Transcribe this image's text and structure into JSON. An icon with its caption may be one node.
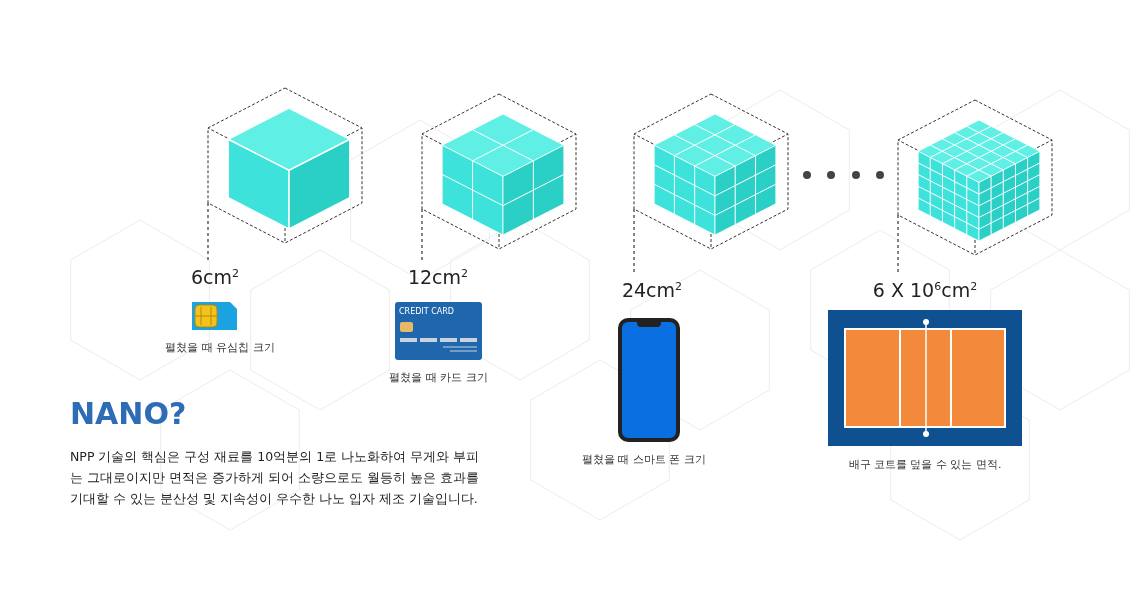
{
  "diagram": {
    "title": "NANO?",
    "nodes": [
      {
        "text": [],
        "shape": "picture"
      },
      {
        "text": [],
        "shape": "picture"
      },
      {
        "text": [],
        "shape": "picture"
      },
      {
        "text": [],
        "shape": "picture"
      },
      {
        "text": [
          "6cm$^{2}$"
        ]
      },
      {
        "text": [
          "12cm$^{2}$"
        ]
      },
      {
        "text": [
          "24cm$^{2}$"
        ]
      },
      {
        "text": [
          "6 X 10$^{6}$cm$^{2}$"
        ]
      }
    ],
    "edges": [
      {
        "from": 0,
        "to": 4,
        "arrow": "none",
        "style": "dashed"
      },
      {
        "from": 1,
        "to": 5,
        "arrow": "none",
        "style": "dashed"
      },
      {
        "from": 2,
        "to": 6,
        "arrow": "none",
        "style": "dashed"
      },
      {
        "from": 3,
        "to": 7,
        "arrow": "none",
        "style": "dashed"
      }
    ],
    "labels": [
      "펼쳤을 때 유심칩 크기",
      "CREDIT CARD",
      "펼쳤을 때 카드 크기",
      "펼쳤을 때 스마트 폰 크기",
      "배구 코트를 덮을 수 있는 면적.",
      "NPP 기술의 핵심은 구성 재료를 10억분의 1로 나노화하여 무게와 부피는 그대로이지만 면적은 증가하게 되어 소량으로도 월등히 높은 효과를 기대할 수 있는 분산성 및 지속성이 우수한 나노 입자 제조 기술입니다."
    ]
  }
}
